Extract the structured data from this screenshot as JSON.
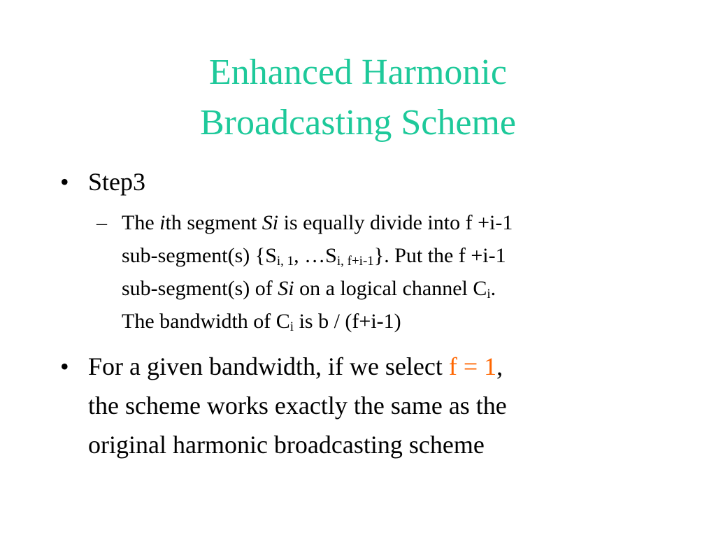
{
  "slide": {
    "title_line1": "Enhanced Harmonic",
    "title_line2": "Broadcasting Scheme",
    "bullet_char": "•",
    "dash_char": "–",
    "b1": {
      "label": "Step3"
    },
    "sub": {
      "l1_a": "The ",
      "l1_i": "i",
      "l1_b": "th segment ",
      "l1_si": "Si",
      "l1_c": " is equally divide into f +i-1",
      "l2_a": "sub-segment(s) {S",
      "l2_sub1": "i, 1",
      "l2_b": ", …S",
      "l2_sub2": "i, f+i-1",
      "l2_c": "}. Put the f +i-1",
      "l3_a": "sub-segment(s) of ",
      "l3_si": "Si",
      "l3_b": " on a logical channel C",
      "l3_sub": "i",
      "l3_c": ".",
      "l4_a": "The bandwidth of C",
      "l4_sub": "i",
      "l4_b": " is b / (f+i-1)"
    },
    "b2": {
      "l1_a": "For a given bandwidth, if we select ",
      "l1_accent": "f = 1",
      "l1_b": ",",
      "l2": "the scheme works exactly the same as the",
      "l3": "original harmonic broadcasting scheme"
    },
    "colors": {
      "title": "#1ec99a",
      "accent": "#ff6600",
      "text": "#000000"
    }
  }
}
